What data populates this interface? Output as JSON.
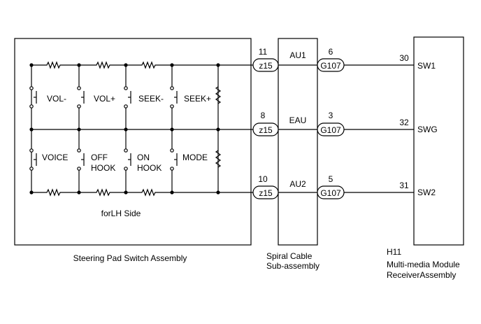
{
  "steering_pad": {
    "title": "Steering Pad Switch Assembly",
    "side_note": "forLH Side",
    "switches_top": [
      "VOL-",
      "VOL+",
      "SEEK-",
      "SEEK+"
    ],
    "switches_bottom": [
      [
        "VOICE"
      ],
      [
        "OFF",
        "HOOK"
      ],
      [
        "ON",
        "HOOK"
      ],
      [
        "MODE"
      ]
    ]
  },
  "spiral_cable": {
    "title_lines": [
      "Spiral Cable",
      "Sub-assembly"
    ],
    "signals": [
      "AU1",
      "EAU",
      "AU2"
    ],
    "left_connector": "z15",
    "right_connector": "G107",
    "left_pins": [
      "11",
      "8",
      "10"
    ],
    "right_pins": [
      "6",
      "3",
      "5"
    ]
  },
  "receiver": {
    "code": "H11",
    "title_lines": [
      "Multi-media Module",
      "ReceiverAssembly"
    ],
    "pins": [
      "30",
      "32",
      "31"
    ],
    "terminals": [
      "SW1",
      "SWG",
      "SW2"
    ]
  }
}
